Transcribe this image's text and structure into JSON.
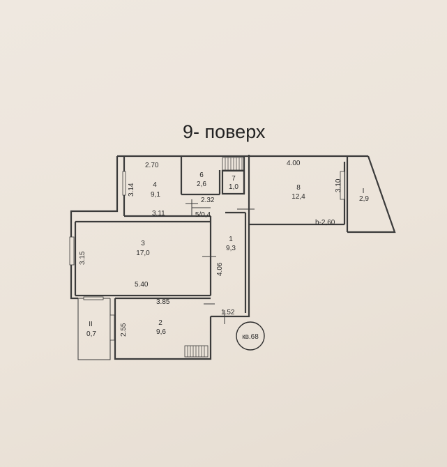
{
  "title": "9- поверх",
  "apartment_badge": "кв.68",
  "ceiling_height": "h-2,60",
  "rooms": [
    {
      "id": "1",
      "area": "9,3"
    },
    {
      "id": "2",
      "area": "9,6"
    },
    {
      "id": "3",
      "area": "17,0"
    },
    {
      "id": "4",
      "area": "9,1"
    },
    {
      "id": "5",
      "area": "5/0,4"
    },
    {
      "id": "6",
      "area": "2,6"
    },
    {
      "id": "7",
      "area": "1,0"
    },
    {
      "id": "8",
      "area": "12,4"
    },
    {
      "id": "I",
      "area": "2,9"
    },
    {
      "id": "II",
      "area": "0,7"
    }
  ],
  "dimensions": {
    "room4_width": "2.70",
    "room4_height": "3.14",
    "room4_bottom": "3.11",
    "room8_width": "4.00",
    "balcony_I_height": "3.10",
    "room3_height": "3.15",
    "room3_width": "5.40",
    "corridor_length": "4.06",
    "room2_width": "3.85",
    "room2_height": "2.55",
    "corridor_bottom": "1.52",
    "bath_width": "2.32"
  }
}
